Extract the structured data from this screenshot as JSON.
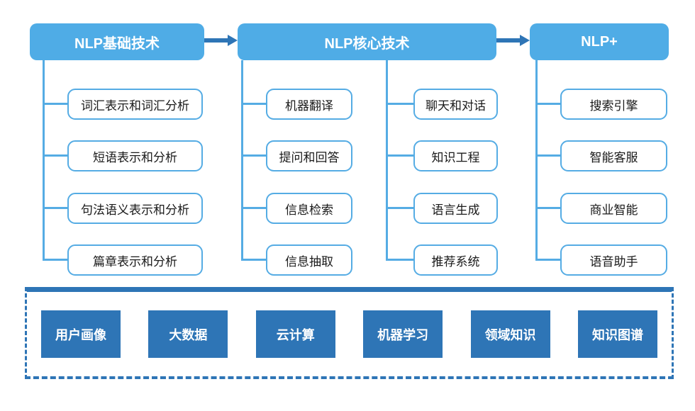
{
  "columns": [
    {
      "header": "NLP基础技术",
      "groups": [
        [
          "词汇表示和词汇分析",
          "短语表示和分析",
          "句法语义表示和分析",
          "篇章表示和分析"
        ]
      ]
    },
    {
      "header": "NLP核心技术",
      "groups": [
        [
          "机器翻译",
          "提问和回答",
          "信息检索",
          "信息抽取"
        ],
        [
          "聊天和对话",
          "知识工程",
          "语言生成",
          "推荐系统"
        ]
      ]
    },
    {
      "header": "NLP+",
      "groups": [
        [
          "搜索引擎",
          "智能客服",
          "商业智能",
          "语音助手"
        ]
      ]
    }
  ],
  "foundation": {
    "items": [
      "用户画像",
      "大数据",
      "云计算",
      "机器学习",
      "领域知识",
      "知识图谱"
    ]
  },
  "colors": {
    "header_fill": "#4FACE6",
    "connector": "#55ACE4",
    "arrow": "#2E75B6",
    "foundation_fill": "#2E75B6",
    "dashed_border": "#2E75B6",
    "item_text": "#1A1A1A"
  }
}
